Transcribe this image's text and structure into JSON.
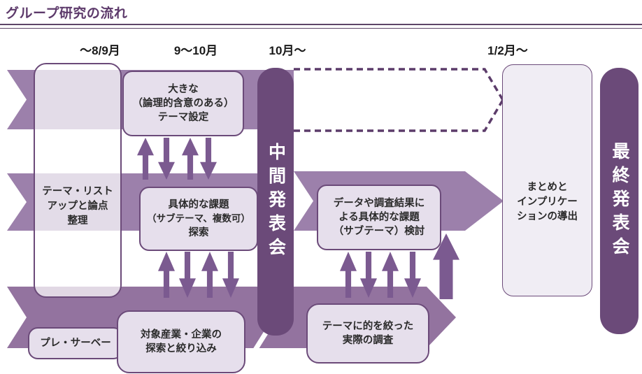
{
  "title": "グループ研究の流れ",
  "timeline": {
    "labels": [
      "～8/9月",
      "9～10月",
      "10月～",
      "1/2月～"
    ]
  },
  "milestones": {
    "interim": "中間発表会",
    "final": "最終発表会"
  },
  "boxes": {
    "theme_list": {
      "lines": [
        "テーマ・リスト",
        "アップと論点",
        "整理"
      ]
    },
    "big_theme": {
      "lines": [
        "大きな",
        "（論理的含意のある）",
        "テーマ設定"
      ]
    },
    "concrete_issues": {
      "lines": [
        "具体的な課題",
        "（サブテーマ、複数可）",
        "探索"
      ]
    },
    "pre_survey": {
      "lines": [
        "プレ・サーベー"
      ]
    },
    "target_industry": {
      "lines": [
        "対象産業・企業の",
        "探索と絞り込み"
      ]
    },
    "data_review": {
      "lines": [
        "データや調査結果に",
        "よる具体的な課題",
        "（サブテーマ）検討"
      ]
    },
    "focused_survey": {
      "lines": [
        "テーマに的を絞った",
        "実際の調査"
      ]
    },
    "summary": {
      "lines": [
        "まとめと",
        "インプリケー",
        "ションの導出"
      ]
    }
  },
  "palette": {
    "band": "#9c80ab",
    "band_bottom": "#93739f",
    "milestone_bar": "#6b4a79",
    "arrow": "#7b5a90",
    "box_fill": "#e6dfec",
    "box_border": "#6b4a79",
    "title_text": "#5d3a6b"
  }
}
